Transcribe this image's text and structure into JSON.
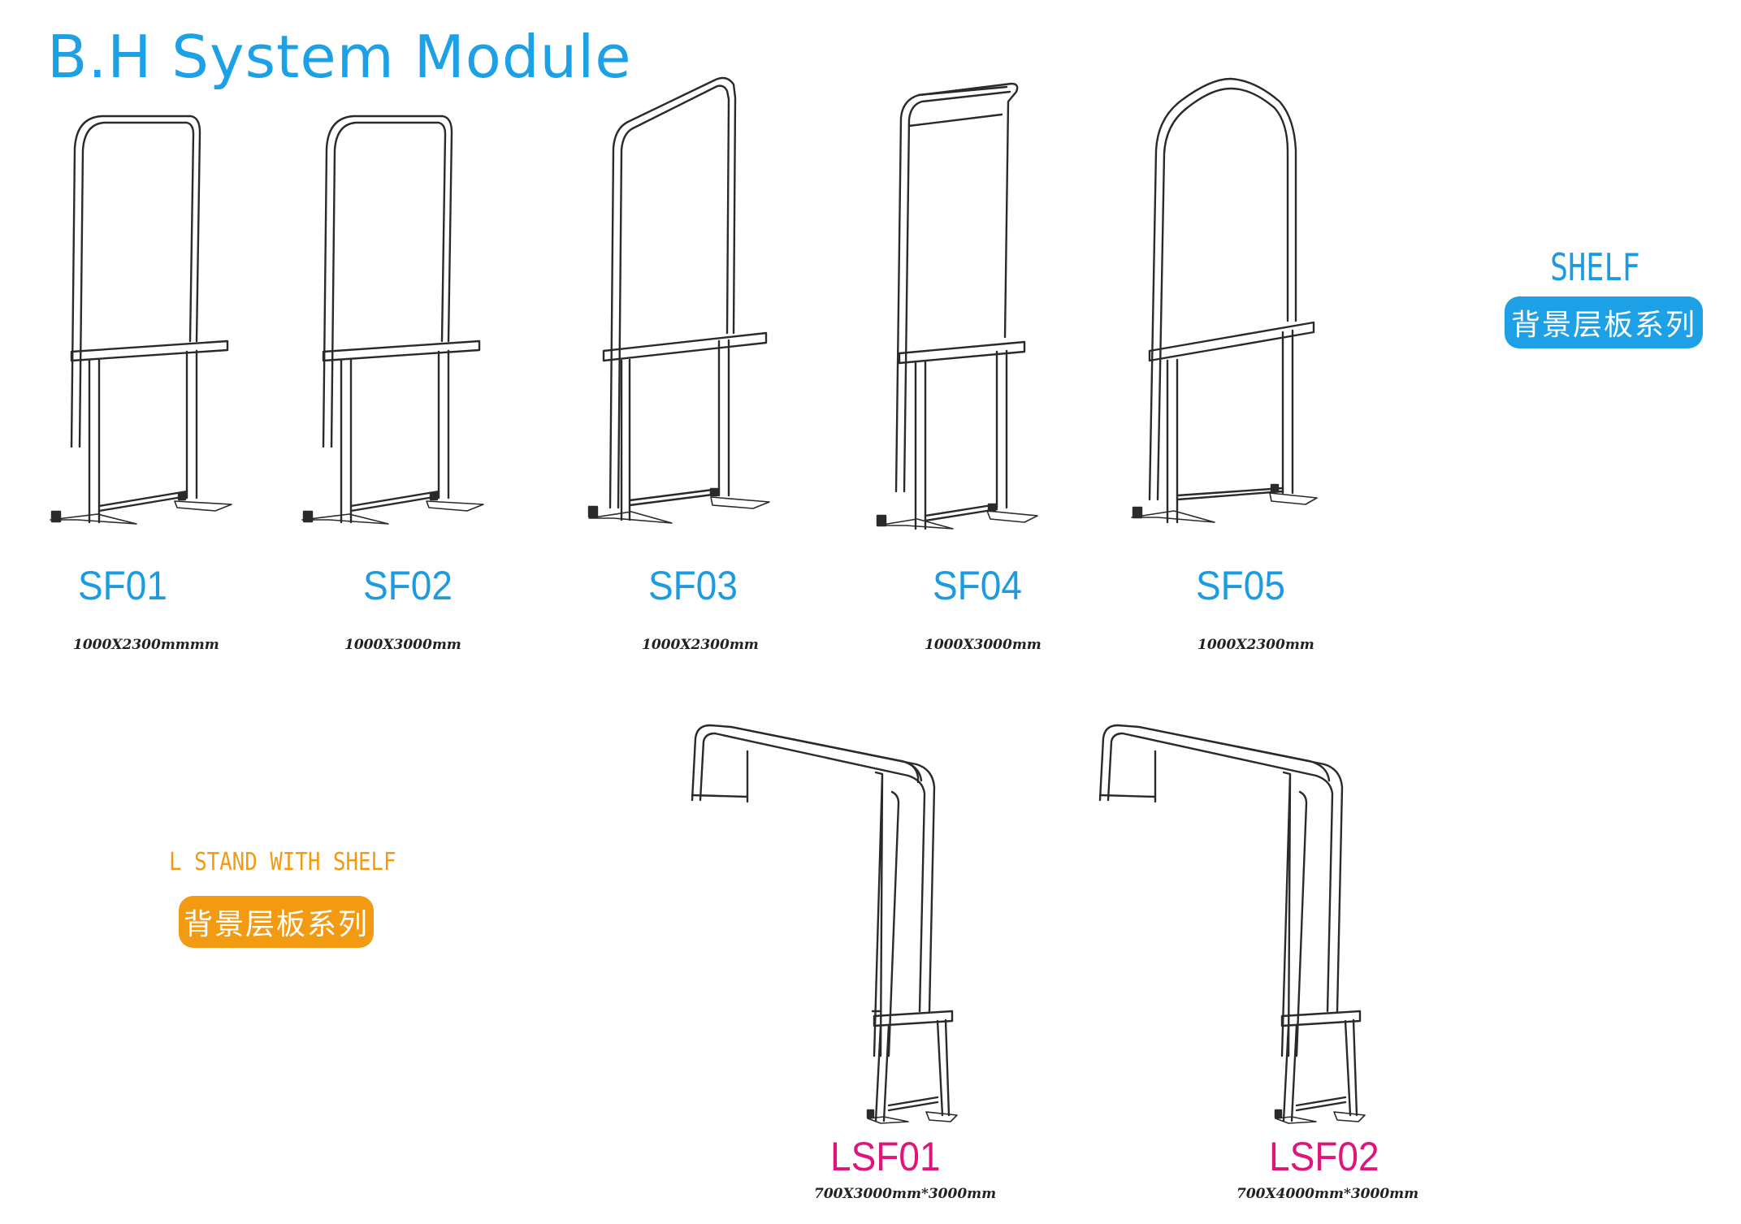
{
  "title": "B.H System Module",
  "shelf_section": {
    "label": "SHELF",
    "badge": "背景层板系列",
    "badge_color": "#1ea0e6",
    "label_color": "#1d9be0"
  },
  "l_stand_section": {
    "label": "L STAND WITH SHELF",
    "badge": "背景层板系列",
    "badge_color": "#f29a12",
    "label_color": "#f29a12"
  },
  "products": [
    {
      "code": "SF01",
      "dims": "1000X2300mmmm"
    },
    {
      "code": "SF02",
      "dims": "1000X3000mm"
    },
    {
      "code": "SF03",
      "dims": "1000X2300mm"
    },
    {
      "code": "SF04",
      "dims": "1000X3000mm"
    },
    {
      "code": "SF05",
      "dims": "1000X2300mm"
    }
  ],
  "l_products": [
    {
      "code": "LSF01",
      "dims": "700X3000mm*3000mm"
    },
    {
      "code": "LSF02",
      "dims": "700X4000mm*3000mm"
    }
  ]
}
